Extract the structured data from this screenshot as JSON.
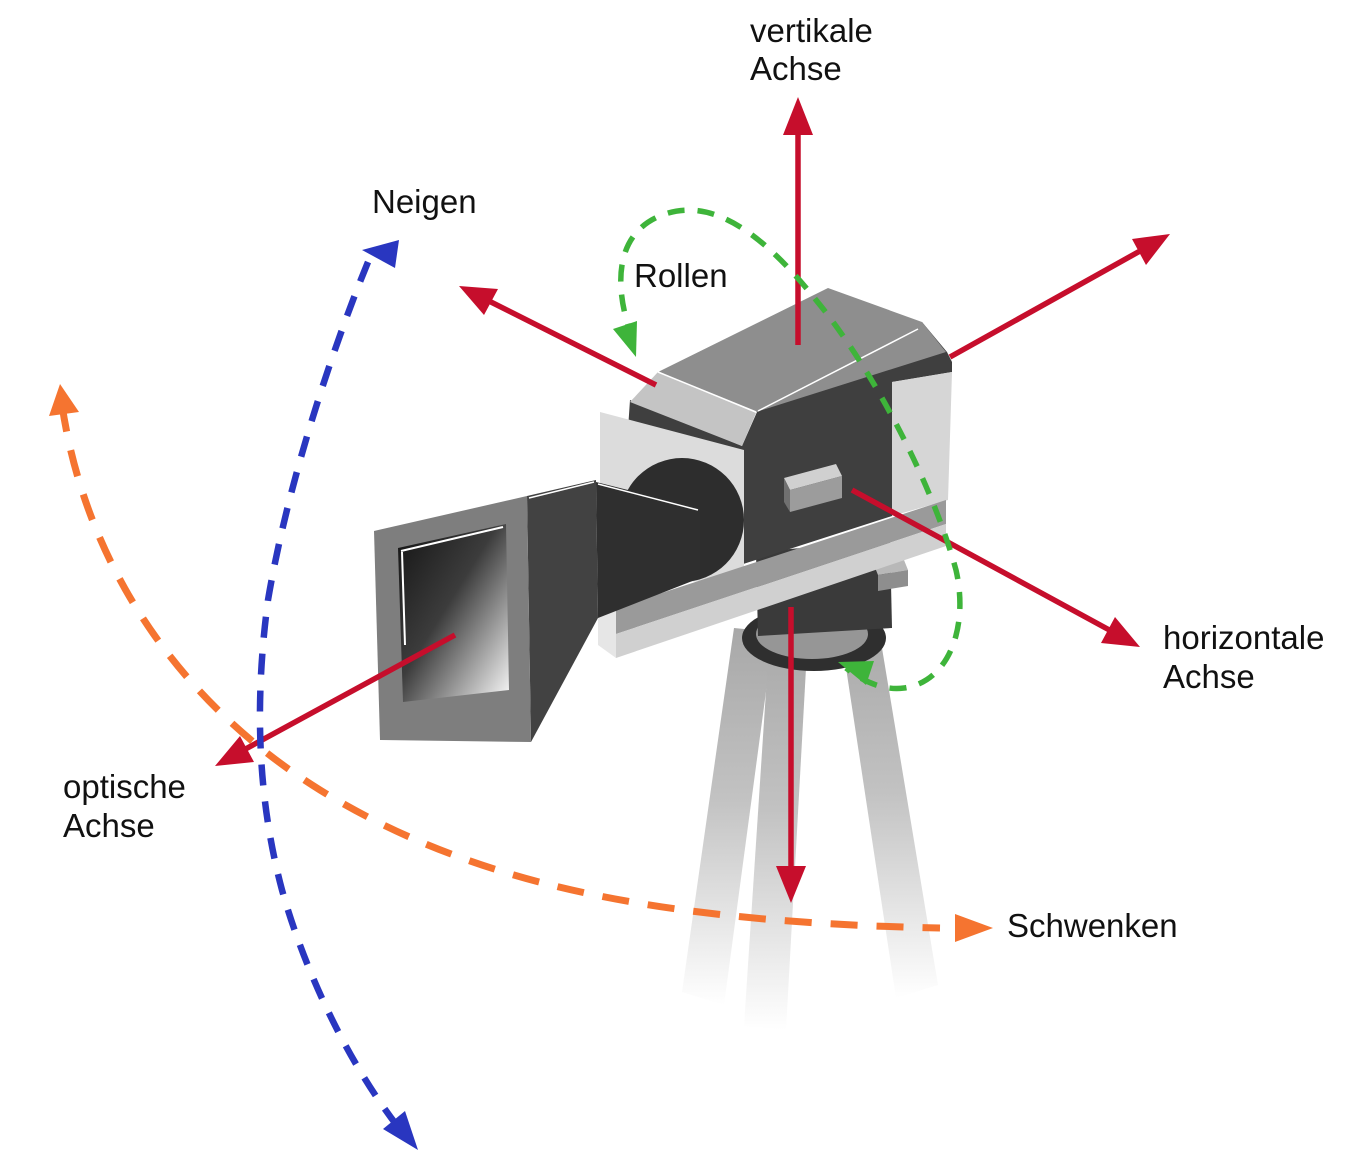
{
  "figure": {
    "labels": {
      "vertikale_achse_line1": "vertikale",
      "vertikale_achse_line2": "Achse",
      "neigen": "Neigen",
      "rollen": "Rollen",
      "horizontale_achse_line1": "horizontale",
      "horizontale_achse_line2": "Achse",
      "optische_achse_line1": "optische",
      "optische_achse_line2": "Achse",
      "schwenken": "Schwenken"
    },
    "colors": {
      "axis_red": "#c60e2c",
      "neigen_blue": "#2936c0",
      "rollen_green": "#3eb43a",
      "schwenken_orange": "#f57430",
      "label_text": "#111111"
    }
  }
}
